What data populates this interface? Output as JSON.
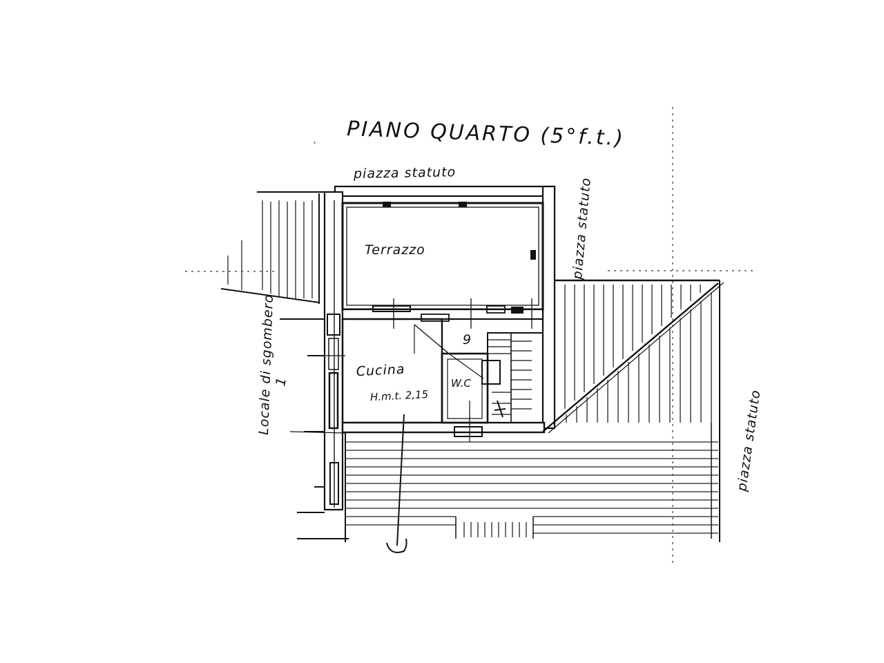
{
  "title": "PIANO QUARTO (5°f.t.)",
  "labels": {
    "top_street": "piazza statuto",
    "right_street_upper": "piazza statuto",
    "right_street_lower": "piazza statuto",
    "left_room": "Locale di sgombero",
    "left_room_number": "1",
    "terrace": "Terrazzo",
    "kitchen": "Cucina",
    "kitchen_height": "H.m.t. 2,15",
    "wc": "W.C",
    "stair_number": "9"
  }
}
